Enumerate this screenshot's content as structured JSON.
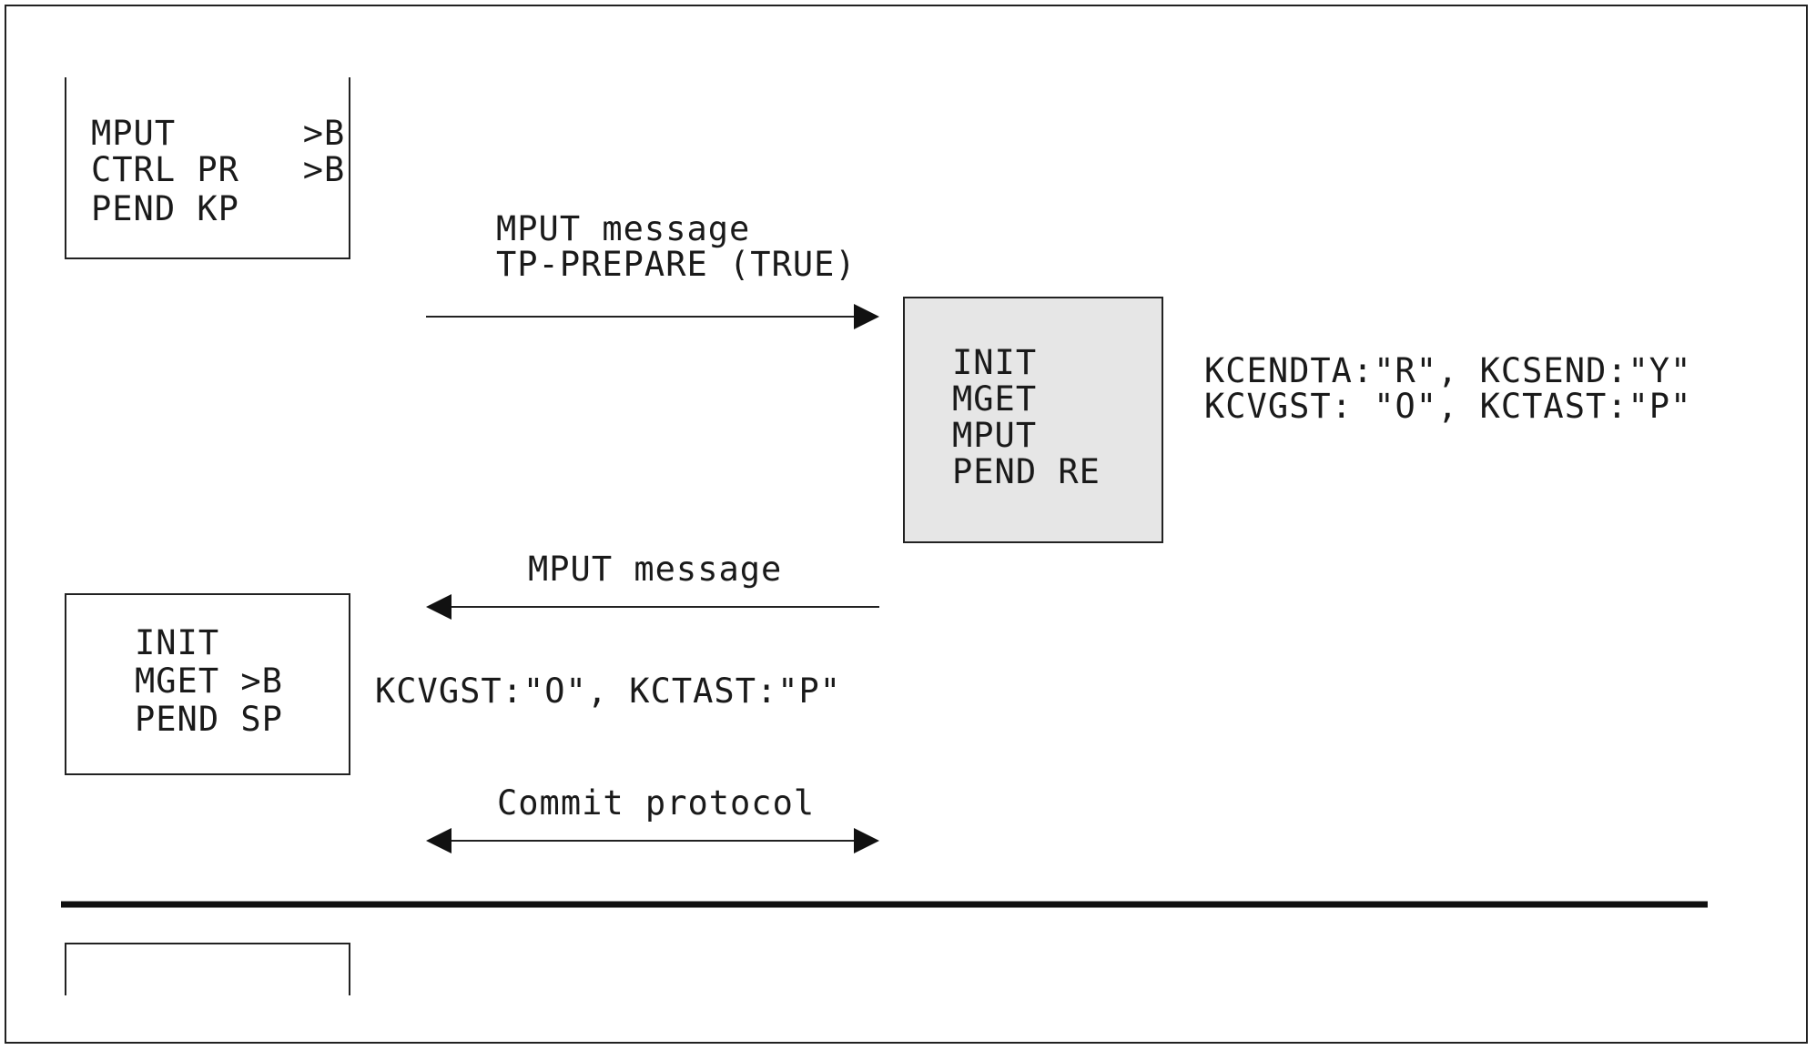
{
  "box_top_left": {
    "line1": "MPUT      >B",
    "line2": "CTRL PR   >B",
    "line3": "PEND KP"
  },
  "arrow_prepare": {
    "line1": "MPUT message",
    "line2": "TP-PREPARE (TRUE)"
  },
  "box_center": {
    "line1": "INIT",
    "line2": "MGET",
    "line3": "MPUT",
    "line4": "PEND RE",
    "fill": "#e6e6e6"
  },
  "status_center": {
    "line1": "KCENDTA:\"R\", KCSEND:\"Y\"",
    "line2": "KCVGST: \"O\", KCTAST:\"P\""
  },
  "arrow_reply": {
    "label": "MPUT message"
  },
  "box_mid_left": {
    "line1": "INIT",
    "line2": "MGET >B",
    "line3": "PEND SP"
  },
  "status_left": {
    "text": "KCVGST:\"O\", KCTAST:\"P\""
  },
  "arrow_commit": {
    "label": "Commit protocol"
  }
}
